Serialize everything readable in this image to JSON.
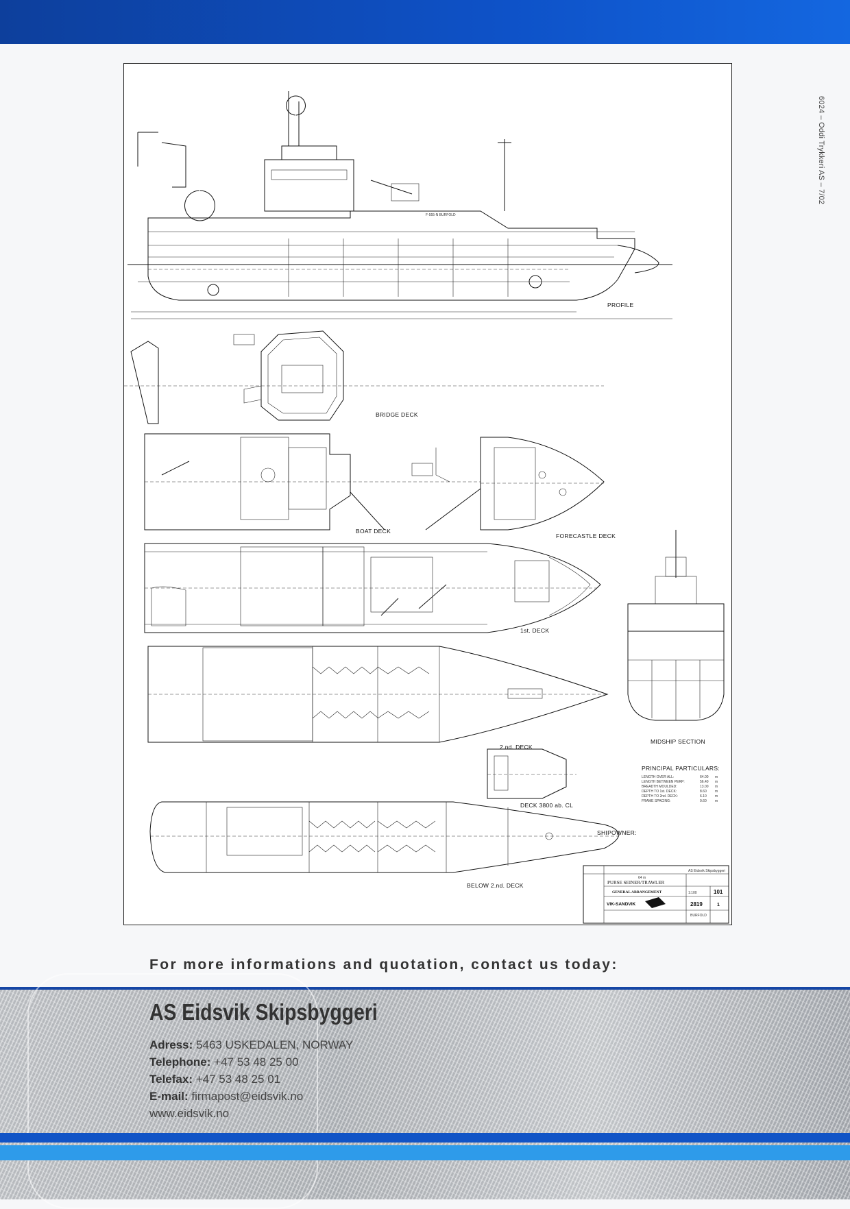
{
  "print_code": "6024 – Oddi Trykkeri AS – 7/02",
  "drawing": {
    "labels": {
      "profile": "PROFILE",
      "bridge_deck": "BRIDGE DECK",
      "boat_deck": "BOAT DECK",
      "forecastle_deck": "FORECASTLE DECK",
      "first_deck": "1st. DECK",
      "second_deck": "2.nd. DECK",
      "midship_section": "MIDSHIP SECTION",
      "deck_3800": "DECK 3800 ab. CL",
      "below_second_deck": "BELOW 2.nd. DECK",
      "shipowner": "SHIPOWNER:",
      "hull_marking": "F-555-N  BURFOLD"
    },
    "particulars": {
      "title": "PRINCIPAL PARTICULARS:",
      "rows": [
        {
          "label": "LENGTH OVER ALL:",
          "value": "64.00",
          "unit": "m"
        },
        {
          "label": "LENGTH BETWEEN PERP:",
          "value": "56.40",
          "unit": "m"
        },
        {
          "label": "BREADTH MOULDED:",
          "value": "13.00",
          "unit": "m"
        },
        {
          "label": "DEPTH TO 1st. DECK:",
          "value": "8.60",
          "unit": "m"
        },
        {
          "label": "DEPTH TO 2nd. DECK:",
          "value": "6.10",
          "unit": "m"
        },
        {
          "label": "FRAME SPACING:",
          "value": "0.60",
          "unit": "m"
        }
      ]
    },
    "title_block": {
      "owner": "AS Eidsvik Skipsbyggeri",
      "length": "64 m",
      "type": "PURSE SEINER/TRAWLER",
      "drawing_title": "GENERAL ARRANGEMENT",
      "designer": "VIK-SANDVIK",
      "scale": "1:100",
      "drawing_no": "101",
      "project_no": "2819",
      "sheet": "1",
      "vessel": "BURFOLD"
    }
  },
  "contact": {
    "headline": "For more informations and quotation, contact us today:",
    "company": "AS Eidsvik Skipsbyggeri",
    "address_label": "Adress:",
    "address": "5463 USKEDALEN, NORWAY",
    "telephone_label": "Telephone:",
    "telephone": "+47 53 48 25 00",
    "telefax_label": "Telefax:",
    "telefax": "+47 53 48 25 01",
    "email_label": "E-mail:",
    "email": "firmapost@eidsvik.no",
    "website": "www.eidsvik.no"
  },
  "colors": {
    "top_band": "#0e52c8",
    "footer_blue": "#1154c6",
    "footer_light_blue": "#2e9bea",
    "footer_metal": "#c0c3c8"
  }
}
